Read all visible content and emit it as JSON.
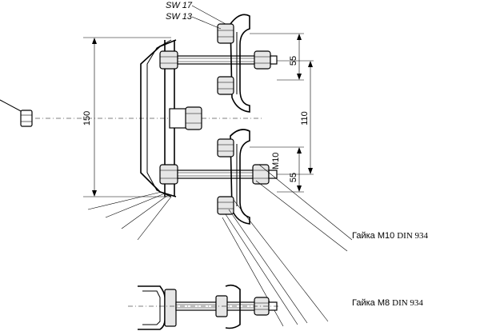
{
  "labels": {
    "wrench_17": "SW 17",
    "wrench_13": "SW 13",
    "thread": "M10"
  },
  "dimensions": {
    "d150": "150",
    "d110": "110",
    "d55_top": "55",
    "d55_bottom": "55"
  },
  "callouts": {
    "nut_m10_word": "Гайка M10",
    "nut_m10_std": "DIN 934",
    "nut_m8_word": "Гайка M8",
    "nut_m8_std": "DIN 934"
  }
}
